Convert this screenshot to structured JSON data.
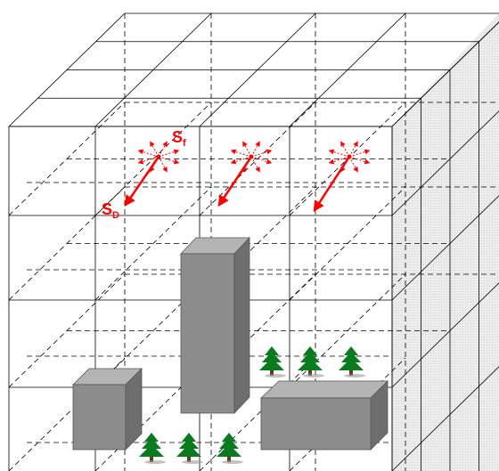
{
  "labels": {
    "sf_main": "S",
    "sf_sub": "f",
    "sd_main": "S",
    "sd_sub": "D"
  },
  "colors": {
    "arrow": "#ff0000",
    "building_front": "#8c8c8c",
    "building_side": "#6e6e6e",
    "building_top": "#b4b4b4",
    "tree": "#0a7a1e",
    "right_face": "#e6e6e6",
    "grid_line": "#000000"
  },
  "objects": {
    "radiation_cells": [
      "cell-1",
      "cell-2",
      "cell-3"
    ],
    "buildings": [
      "small-building",
      "tall-building",
      "long-building"
    ],
    "trees": [
      "tree-1",
      "tree-2",
      "tree-3",
      "tree-4",
      "tree-5",
      "tree-6"
    ]
  },
  "icons": {
    "tree": "conifer-tree-icon",
    "direct_arrow": "direct-radiation-arrow",
    "diffuse_star": "diffuse-radiation-icon"
  }
}
